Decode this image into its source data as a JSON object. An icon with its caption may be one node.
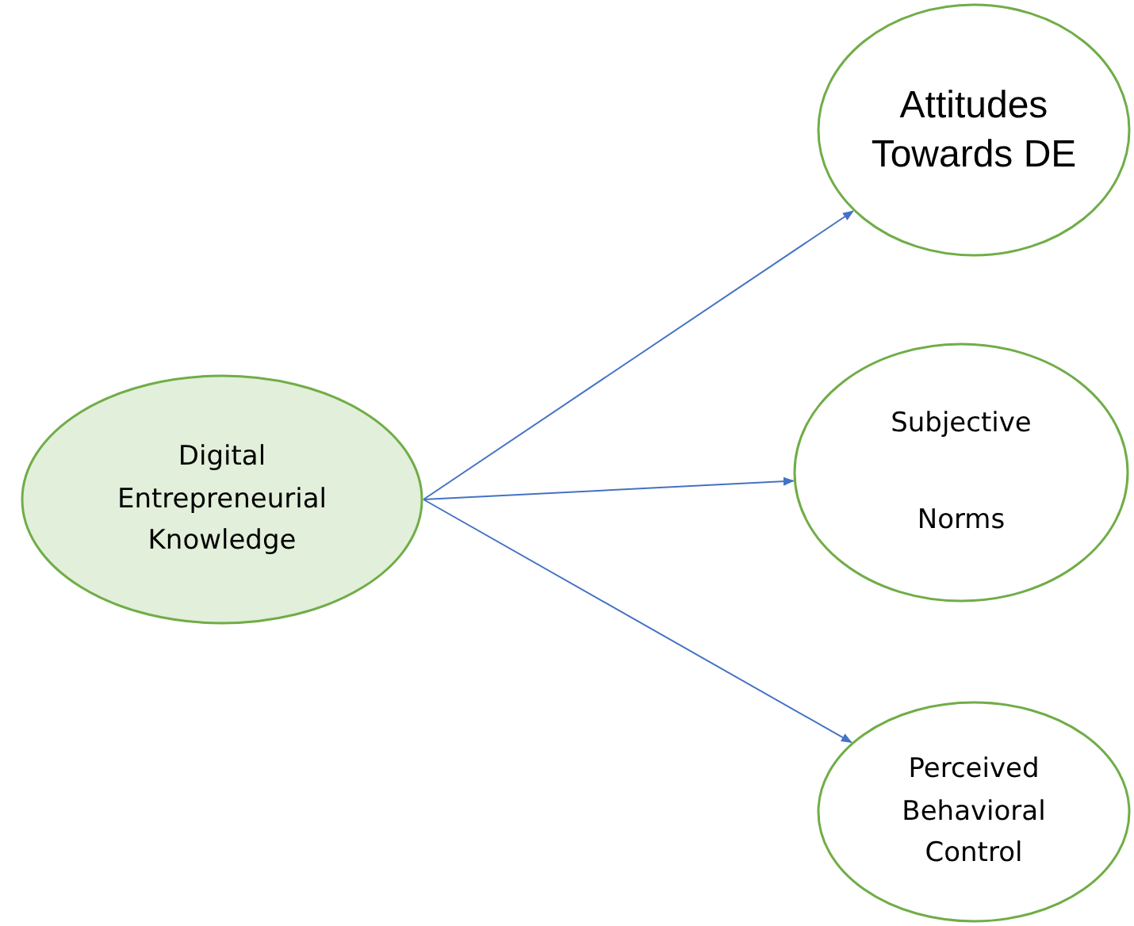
{
  "diagram": {
    "nodes": [
      {
        "text": [
          "Digital Entrepreneurial Knowledge"
        ]
      },
      {
        "text": [
          "Attitudes Towards DE"
        ]
      },
      {
        "text": [
          "Subjective Norms"
        ]
      },
      {
        "text": [
          "Perceived Behavioral Control"
        ]
      }
    ],
    "edges": [
      {
        "from": 0,
        "to": 1,
        "arrow": "to"
      },
      {
        "from": 0,
        "to": 2,
        "arrow": "to"
      },
      {
        "from": 0,
        "to": 3,
        "arrow": "to"
      }
    ]
  }
}
